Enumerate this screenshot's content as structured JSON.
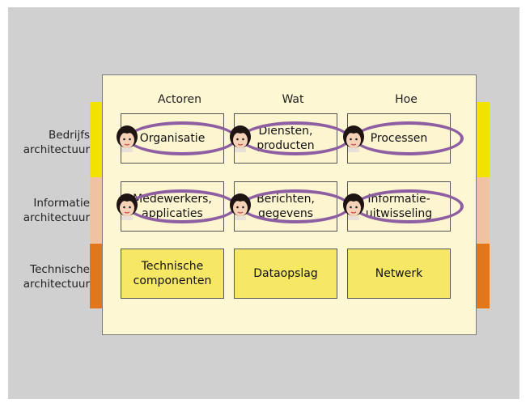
{
  "columns": [
    "Actoren",
    "Wat",
    "Hoe"
  ],
  "rows": [
    {
      "label": "Bedrijfs\narchitectuur",
      "color": "#f2e200",
      "cells": [
        "Organisatie",
        "Diensten,\nproducten",
        "Processen"
      ],
      "highlighted": true
    },
    {
      "label": "Informatie\narchitectuur",
      "color": "#efc3a1",
      "cells": [
        "Medewerkers,\napplicaties",
        "Berichten,\ngegevens",
        "Informatie-\nuitwisseling"
      ],
      "highlighted": true
    },
    {
      "label": "Technische\narchitectuur",
      "color": "#e2761a",
      "cells": [
        "Technische\ncomponenten",
        "Dataopslag",
        "Netwerk"
      ],
      "highlighted": false
    }
  ],
  "colors": {
    "ring": "#8d5ea2",
    "panel": "#fdf7d3",
    "tech_cell": "#f6e764"
  },
  "icons": {
    "person": "person-face-icon"
  }
}
